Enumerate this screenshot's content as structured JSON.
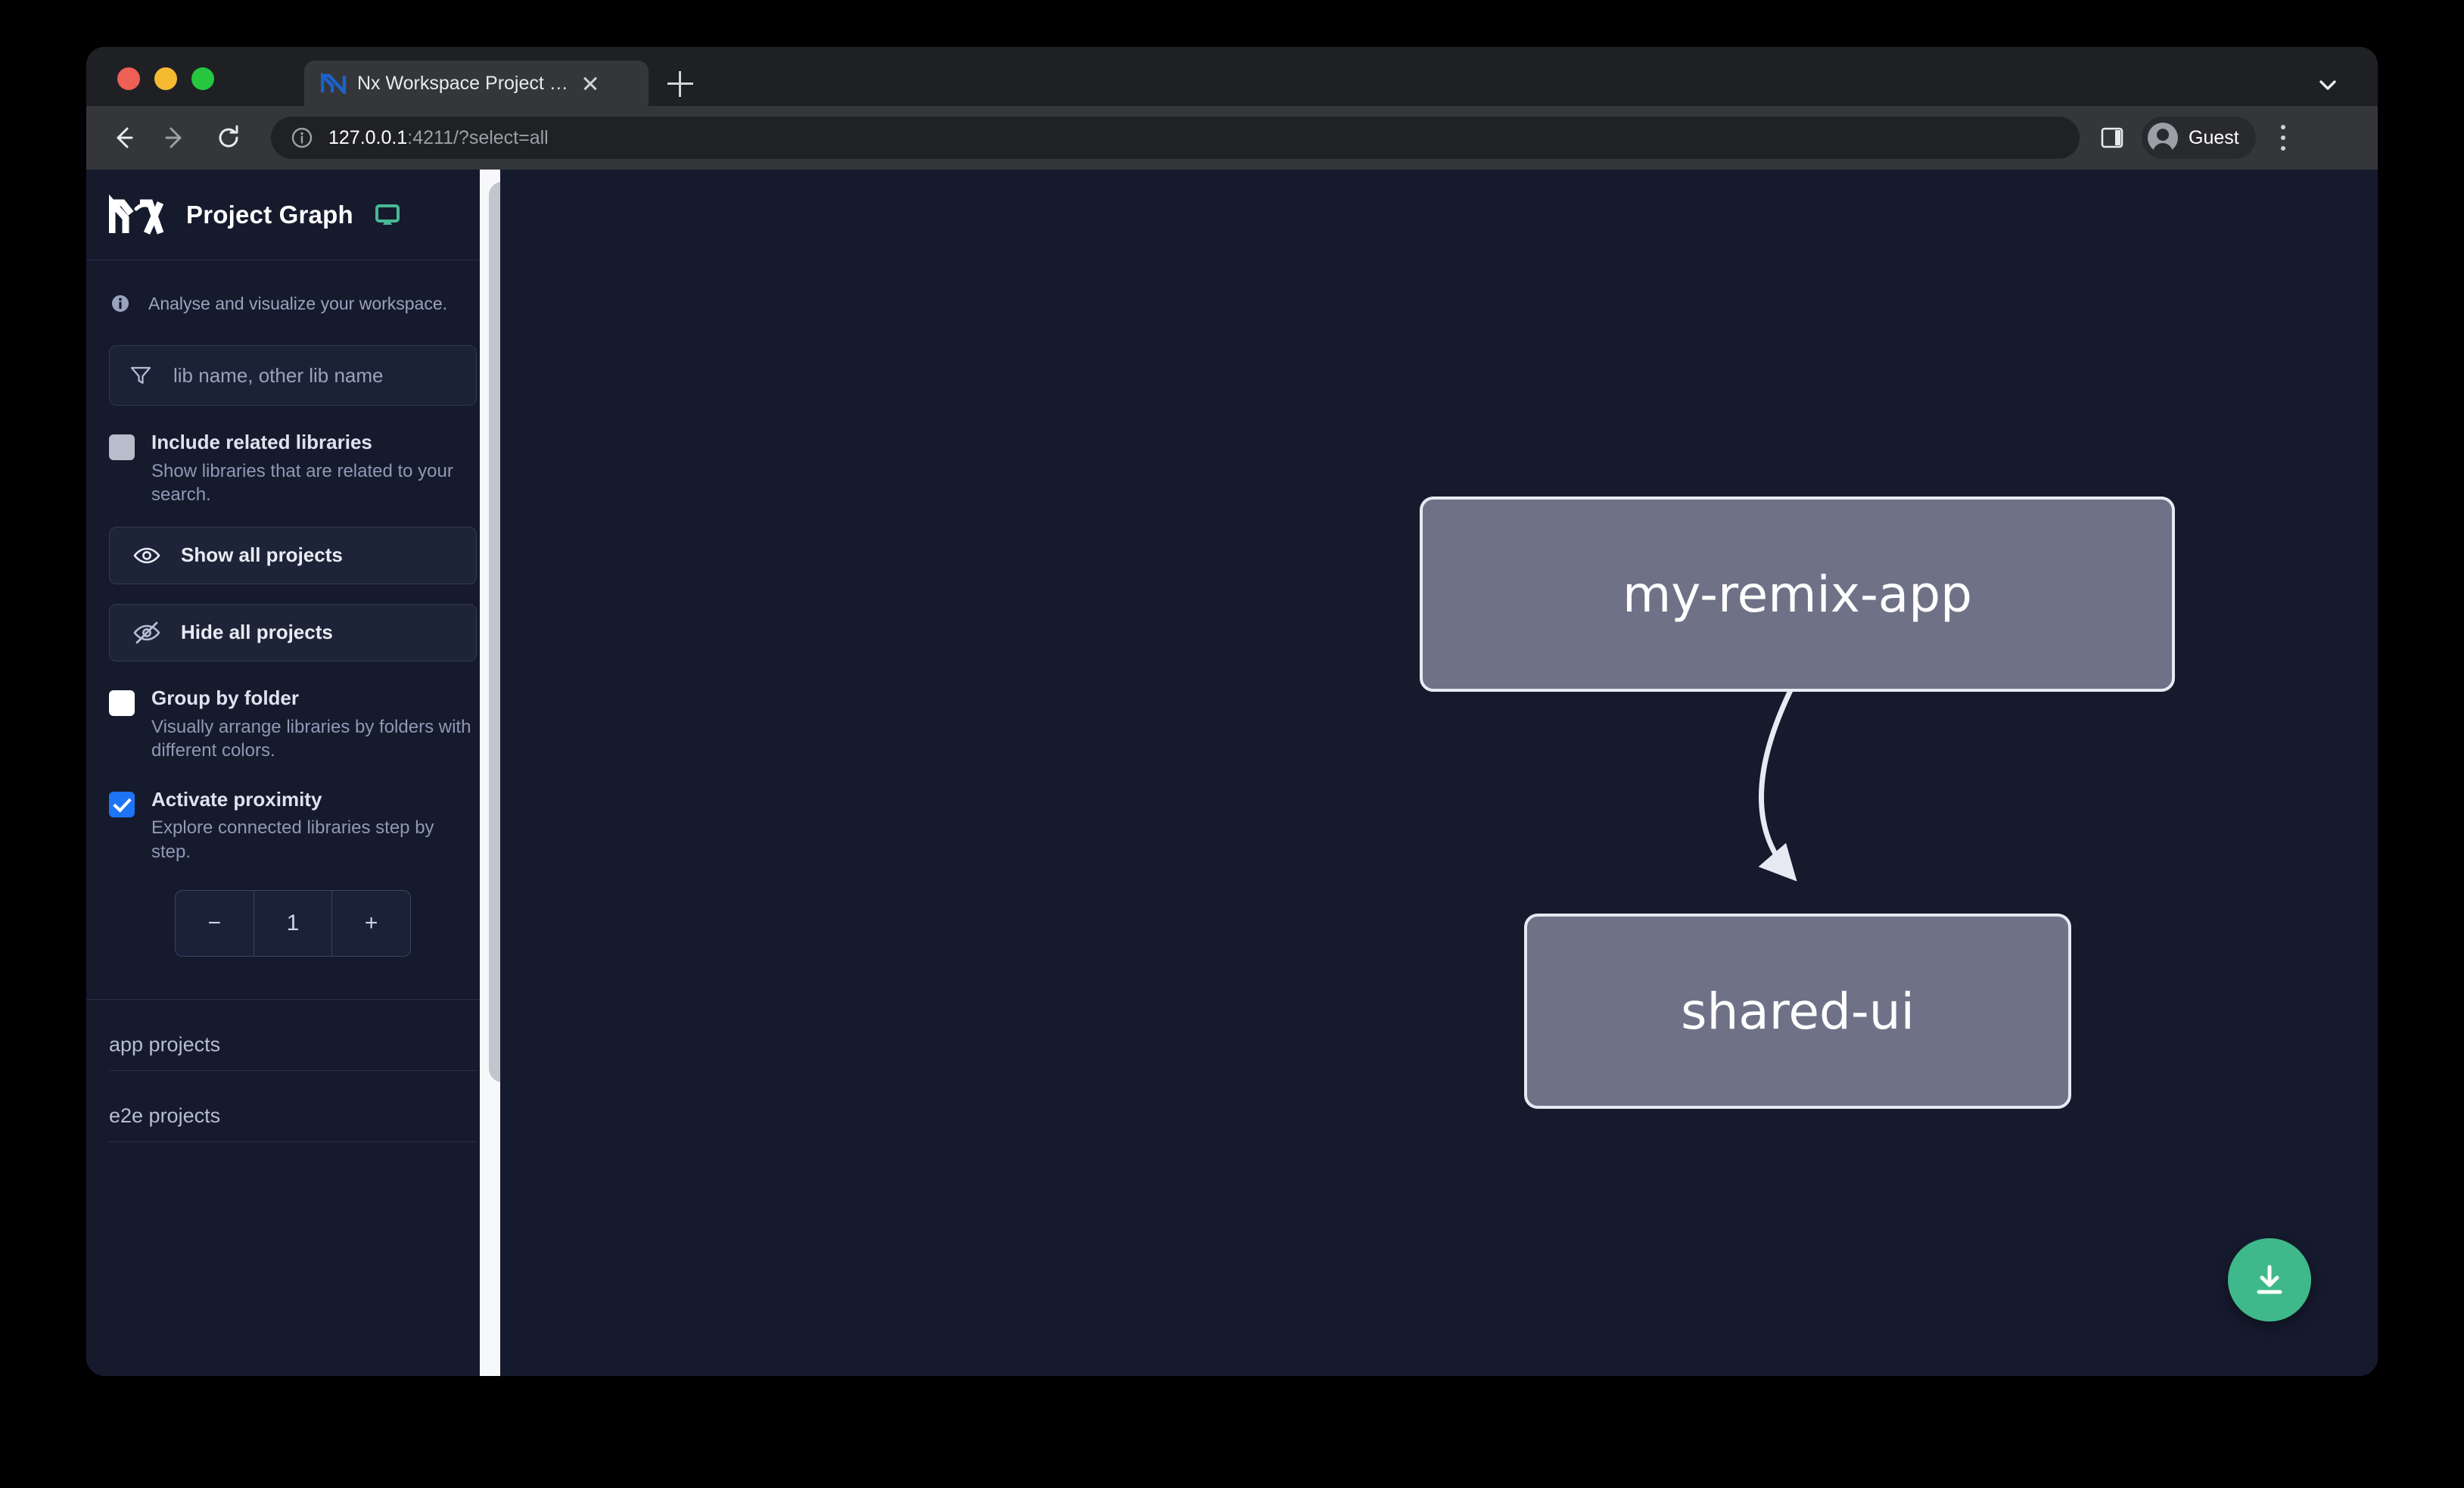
{
  "browser": {
    "tab": {
      "title": "Nx Workspace Project Graph",
      "favicon": "nx-favicon-icon"
    },
    "new_tab_label": "+",
    "url": {
      "host": "127.0.0.1",
      "rest": ":4211/?select=all"
    },
    "profile_label": "Guest",
    "traffic_lights": {
      "close": "#ee5f56",
      "minimize": "#f5ba31",
      "maximize": "#26c73f"
    }
  },
  "sidebar": {
    "app_title": "Project Graph",
    "logo": "nx-logo",
    "monitor_icon": "monitor-icon",
    "info_text": "Analyse and visualize your workspace.",
    "filter": {
      "placeholder": "lib name, other lib name",
      "value": ""
    },
    "options": [
      {
        "title": "Include related libraries",
        "description": "Show libraries that are related to your search.",
        "checked": false,
        "style": "gray"
      },
      {
        "title": "Group by folder",
        "description": "Visually arrange libraries by folders with different colors.",
        "checked": false,
        "style": "white"
      },
      {
        "title": "Activate proximity",
        "description": "Explore connected libraries step by step.",
        "checked": true,
        "style": "blue"
      }
    ],
    "buttons": [
      {
        "label": "Show all projects",
        "icon": "eye-icon"
      },
      {
        "label": "Hide all projects",
        "icon": "eye-off-icon"
      }
    ],
    "stepper": {
      "decrement": "−",
      "value": "1",
      "increment": "+"
    },
    "sections": [
      {
        "label": "app projects"
      },
      {
        "label": "e2e projects"
      }
    ]
  },
  "graph": {
    "nodes": [
      {
        "id": "my-remix-app",
        "label": "my-remix-app"
      },
      {
        "id": "shared-ui",
        "label": "shared-ui"
      }
    ],
    "edges": [
      {
        "from": "my-remix-app",
        "to": "shared-ui"
      }
    ],
    "download_button": {
      "icon": "download-icon",
      "color": "#3fb98b"
    },
    "node_fill": "#6f7287",
    "node_border": "#e7e9f3",
    "background": "#151a2d"
  }
}
